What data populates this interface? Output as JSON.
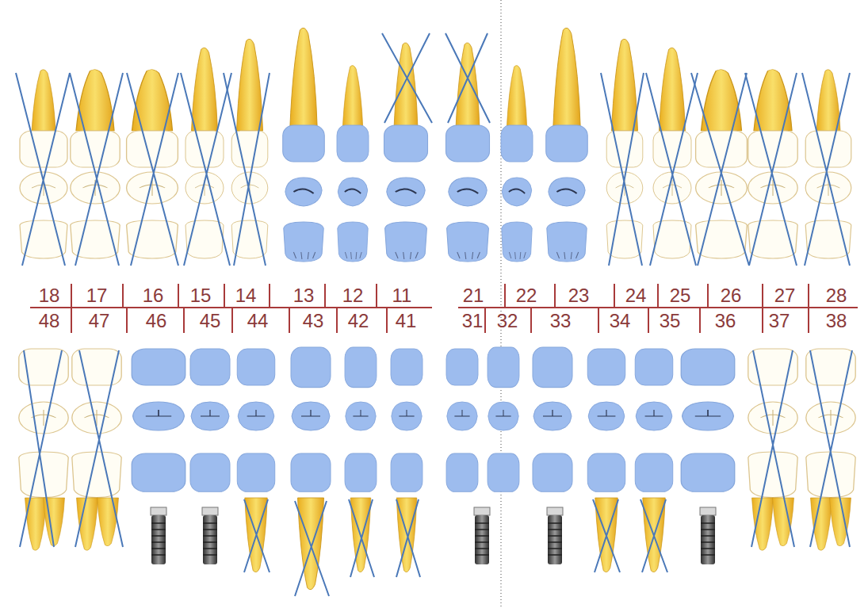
{
  "diagram": {
    "labels": [
      "18",
      "17",
      "16",
      "15",
      "14",
      "13",
      "12",
      "11",
      "21",
      "22",
      "23",
      "24",
      "25",
      "26",
      "27",
      "28",
      "48",
      "47",
      "46",
      "45",
      "44",
      "43",
      "42",
      "41",
      "31",
      "32",
      "33",
      "34",
      "35",
      "36",
      "37",
      "38"
    ]
  }
}
